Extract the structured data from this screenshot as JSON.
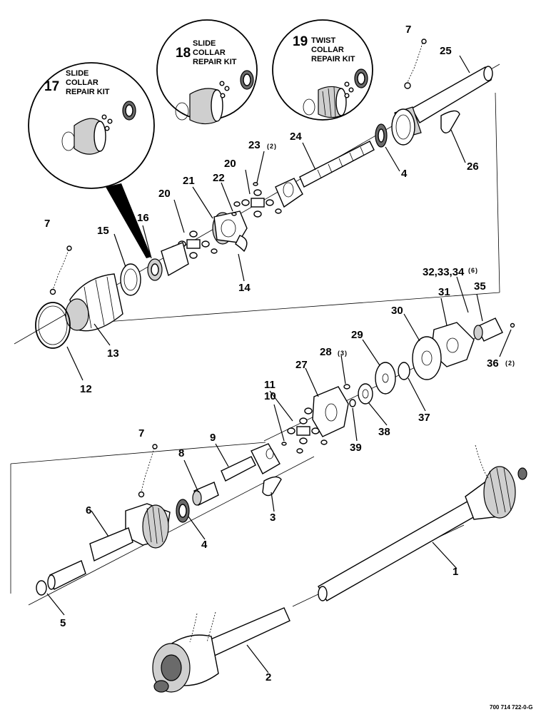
{
  "callouts": [
    {
      "id": "c1",
      "text": "1"
    },
    {
      "id": "c2",
      "text": "2"
    },
    {
      "id": "c3",
      "text": "3"
    },
    {
      "id": "c4a",
      "text": "4"
    },
    {
      "id": "c4b",
      "text": "4"
    },
    {
      "id": "c5",
      "text": "5"
    },
    {
      "id": "c6",
      "text": "6"
    },
    {
      "id": "c7a",
      "text": "7"
    },
    {
      "id": "c7b",
      "text": "7"
    },
    {
      "id": "c7c",
      "text": "7"
    },
    {
      "id": "c8",
      "text": "8"
    },
    {
      "id": "c9",
      "text": "9"
    },
    {
      "id": "c10",
      "text": "10"
    },
    {
      "id": "c11",
      "text": "11"
    },
    {
      "id": "c12",
      "text": "12"
    },
    {
      "id": "c13",
      "text": "13"
    },
    {
      "id": "c14",
      "text": "14"
    },
    {
      "id": "c15",
      "text": "15"
    },
    {
      "id": "c16",
      "text": "16"
    },
    {
      "id": "c20a",
      "text": "20"
    },
    {
      "id": "c20b",
      "text": "20"
    },
    {
      "id": "c21",
      "text": "21"
    },
    {
      "id": "c22",
      "text": "22"
    },
    {
      "id": "c23",
      "text": "23"
    },
    {
      "id": "c24",
      "text": "24"
    },
    {
      "id": "c25",
      "text": "25"
    },
    {
      "id": "c26",
      "text": "26"
    },
    {
      "id": "c27",
      "text": "27"
    },
    {
      "id": "c28",
      "text": "28"
    },
    {
      "id": "c29",
      "text": "29"
    },
    {
      "id": "c30",
      "text": "30"
    },
    {
      "id": "c31",
      "text": "31"
    },
    {
      "id": "c32",
      "text": "32,33,34"
    },
    {
      "id": "c35",
      "text": "35"
    },
    {
      "id": "c36",
      "text": "36"
    },
    {
      "id": "c37",
      "text": "37"
    },
    {
      "id": "c38",
      "text": "38"
    },
    {
      "id": "c39",
      "text": "39"
    }
  ],
  "quantities": {
    "q23": "(2)",
    "q28": "(3)",
    "q32": "(6)",
    "q36": "(2)"
  },
  "kits": [
    {
      "number": "17",
      "line1": "SLIDE",
      "line2": "COLLAR",
      "line3": "REPAIR KIT"
    },
    {
      "number": "18",
      "line1": "SLIDE",
      "line2": "COLLAR",
      "line3": "REPAIR KIT"
    },
    {
      "number": "19",
      "line1": "TWIST",
      "line2": "COLLAR",
      "line3": "REPAIR KIT"
    }
  ],
  "drawing_code": "700 714 722-0-G"
}
